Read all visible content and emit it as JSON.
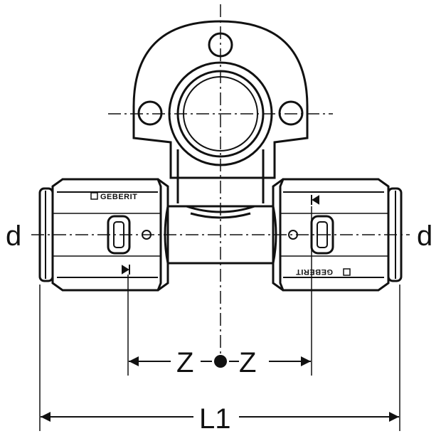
{
  "labels": {
    "left_diameter": "d",
    "right_diameter": "d",
    "left_z": "Z",
    "right_z": "Z",
    "total_length": "L1"
  },
  "brand": {
    "left": "GEBERIT",
    "right": "GEBERIT"
  },
  "colors": {
    "line": "#111111",
    "background": "#ffffff"
  }
}
